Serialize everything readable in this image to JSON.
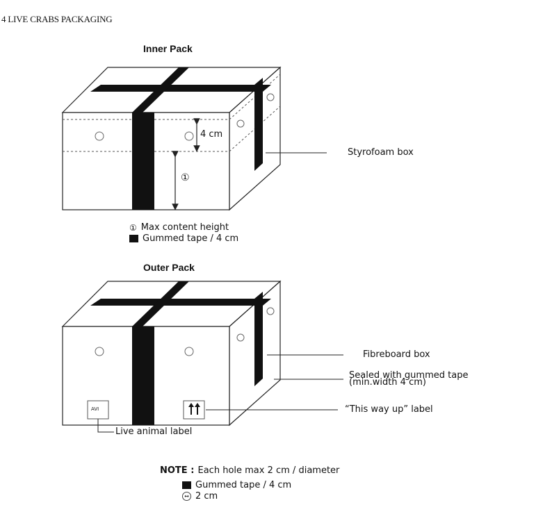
{
  "title": "4 LIVE CRABS PACKAGING",
  "inner": {
    "heading": "Inner Pack",
    "dimension_label": "4 cm",
    "marker": "①",
    "callout": "Styrofoam box",
    "legend": [
      {
        "symbol": "①",
        "text": "Max content height"
      },
      {
        "symbol": "tape-swatch",
        "text": "Gummed tape / 4 cm"
      }
    ]
  },
  "outer": {
    "heading": "Outer Pack",
    "avi_label": "AVI",
    "callouts": {
      "box": "Fibreboard box",
      "sealed_line1": "Sealed with gummed tape",
      "sealed_line2": "(min.width 4 cm)",
      "this_way_up": "“This way up” label",
      "live_animal": "Live animal label"
    }
  },
  "note": {
    "prefix": "NOTE :",
    "text": "Each hole max 2 cm / diameter",
    "legend": [
      {
        "symbol": "tape-swatch",
        "text": "Gummed tape / 4 cm"
      },
      {
        "symbol": "hole-icon",
        "text": "2 cm"
      }
    ]
  },
  "colors": {
    "tape": "#111111",
    "line": "#222222",
    "hole": "#666666"
  }
}
